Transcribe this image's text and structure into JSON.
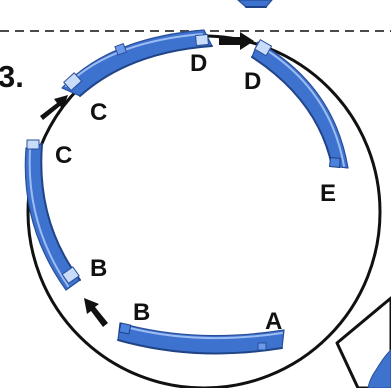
{
  "figure": {
    "step_number": "3.",
    "labels": {
      "a": "A",
      "b_lower": "B",
      "b_upper": "B",
      "c_left": "C",
      "c_upper": "C",
      "d_left": "D",
      "d_right": "D",
      "e": "E"
    },
    "colors": {
      "track": "#3d72cf",
      "outline": "#111111",
      "background": "#ffffff"
    }
  }
}
